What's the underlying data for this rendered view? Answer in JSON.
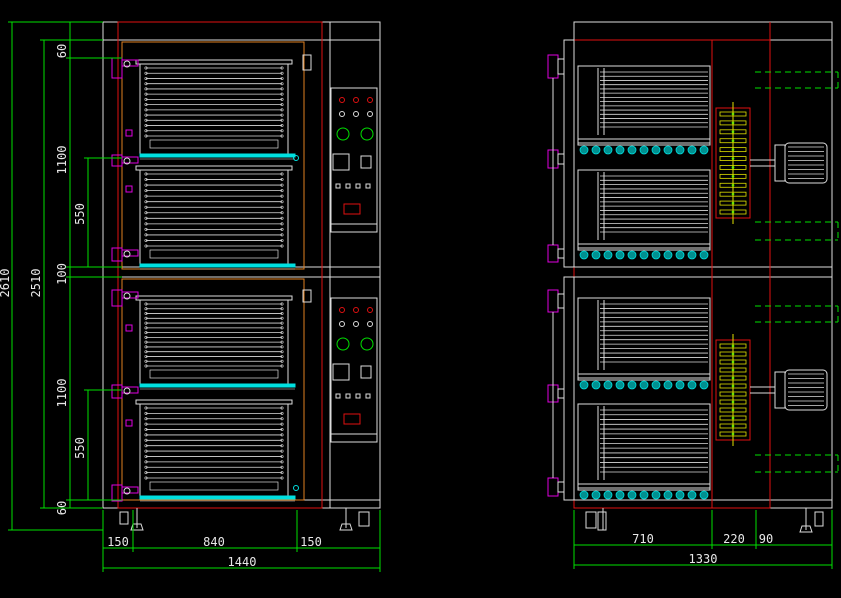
{
  "colors": {
    "background": "#000000",
    "outline": "#dcdcdc",
    "dimension": "#00e000",
    "frame_red": "#e01010",
    "hinge_magenta": "#e000e0",
    "rail_cyan": "#00e0e0",
    "heater_yellow": "#e0e000",
    "text": "#e8e8e8"
  },
  "front_view": {
    "dimensions": {
      "top_gap": "60",
      "bottom_gap": "60",
      "middle_gap": "100",
      "upper_deck_height": "1100",
      "lower_deck_height": "1100",
      "upper_chamber_height": "550",
      "lower_chamber_height": "550",
      "inner_height": "2510",
      "overall_height": "2610",
      "left_margin": "150",
      "chamber_width": "840",
      "right_margin": "150",
      "overall_width": "1440"
    }
  },
  "side_view": {
    "dimensions": {
      "body_depth": "710",
      "drive_depth": "220",
      "motor_depth": "90",
      "overall_depth": "1330"
    }
  }
}
